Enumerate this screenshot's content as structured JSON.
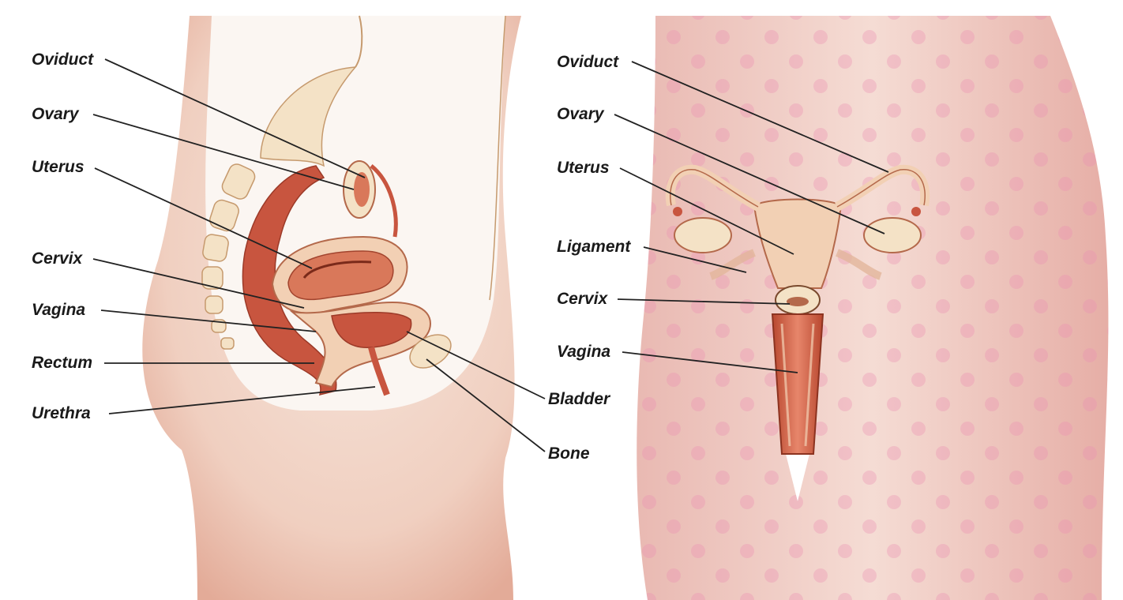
{
  "side_view": {
    "labels": {
      "oviduct": "Oviduct",
      "ovary": "Ovary",
      "uterus": "Uterus",
      "cervix": "Cervix",
      "vagina": "Vagina",
      "rectum": "Rectum",
      "urethra": "Urethra",
      "bladder": "Bladder",
      "bone": "Bone"
    }
  },
  "front_view": {
    "labels": {
      "oviduct": "Oviduct",
      "ovary": "Ovary",
      "uterus": "Uterus",
      "ligament": "Ligament",
      "cervix": "Cervix",
      "vagina": "Vagina"
    }
  },
  "colors": {
    "skin": "#f3d6c6",
    "skin_shadow": "#e6b3a0",
    "tissue_red": "#c8553f",
    "tissue_light": "#f2d0b4",
    "line": "#222222",
    "pink_dot": "#e98fb0"
  }
}
